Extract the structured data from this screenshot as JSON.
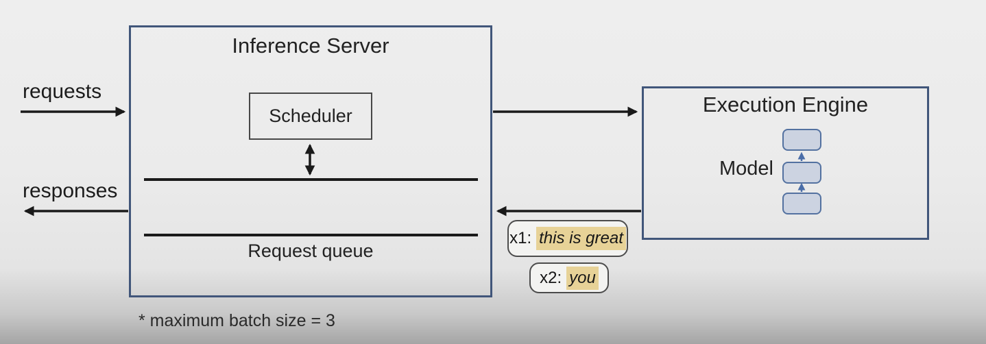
{
  "diagram": {
    "kind": "inference-server-architecture",
    "inference_server": {
      "title": "Inference Server",
      "scheduler_label": "Scheduler",
      "queue_label": "Request queue"
    },
    "execution_engine": {
      "title": "Execution Engine",
      "model_label": "Model",
      "model_layer_count": 3
    },
    "io": {
      "requests_label": "requests",
      "responses_label": "responses"
    },
    "batch_items": [
      {
        "prefix": "x1:",
        "text": "this is great"
      },
      {
        "prefix": "x2:",
        "text": "you"
      }
    ],
    "footnote": "* maximum batch size = 3",
    "colors": {
      "outer_box_border": "#41567a",
      "scheduler_border": "#474747",
      "connector_line": "#1a1a1a",
      "model_box_fill": "#ccd3e1",
      "model_box_border": "#5371a0",
      "model_arrow": "#4a6da8",
      "badge_border": "#4c4c4c",
      "badge_fill": "#f3f3f1",
      "highlight": "#e7d297",
      "background_top": "#eeeeee",
      "background_bottom": "#a5a5a5"
    }
  }
}
